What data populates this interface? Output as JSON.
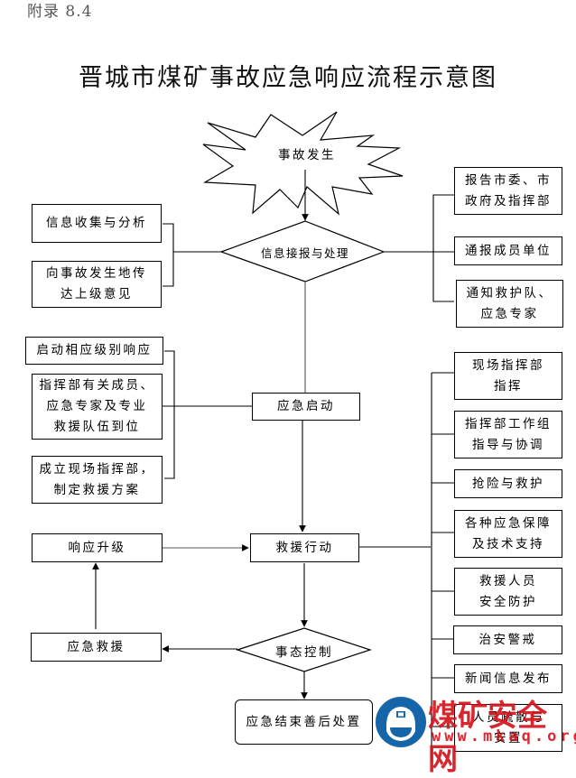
{
  "header": {
    "appendix": "附录 8.4",
    "title": "晋城市煤矿事故应急响应流程示意图"
  },
  "flow": {
    "accident": "事故发生",
    "info_receive": "信息接报与处理",
    "emergency_start": "应急启动",
    "rescue_action": "救援行动",
    "situation_control": "事态控制",
    "response_upgrade": "响应升级",
    "emergency_rescue": "应急救援",
    "end": "应急结束善后处置"
  },
  "left_info": [
    "信息收集与分析",
    "向事故发生地传\n达上级意见"
  ],
  "right_info": [
    "报告市委、市\n政府及指挥部",
    "通报成员单位",
    "通知救护队、\n应急专家"
  ],
  "left_start": [
    "启动相应级别响应",
    "指挥部有关成员、\n应急专家及专业\n救援队伍到位",
    "成立现场指挥部，\n制定救援方案"
  ],
  "right_rescue": [
    "现场指挥部\n指挥",
    "指挥部工作组\n指导与协调",
    "抢险与救护",
    "各种应急保障\n及技术支持",
    "救援人员\n安全防护",
    "治安警戒",
    "新闻信息发布",
    "人员疏散与\n安置"
  ],
  "watermark": {
    "name": "煤矿安全网",
    "url": "www.mkaq.org",
    "icon": "helmet-icon",
    "color": "#d4141c",
    "logo_color": "#1565a8"
  }
}
